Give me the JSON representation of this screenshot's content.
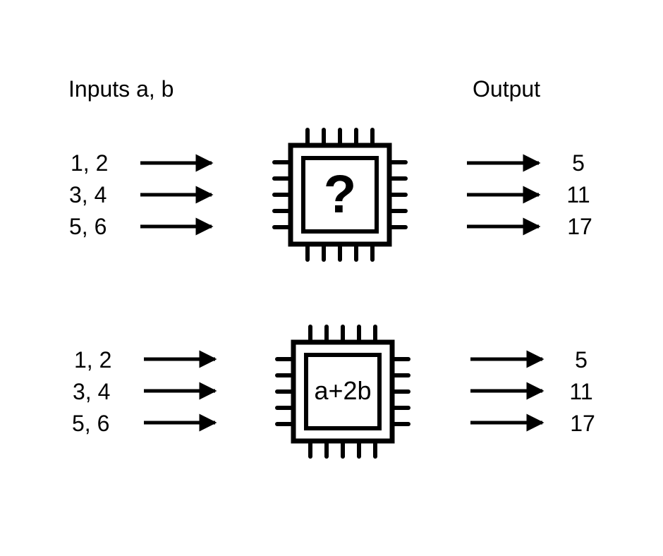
{
  "headers": {
    "inputs": "Inputs a, b",
    "output": "Output"
  },
  "panels": [
    {
      "chip_label": "?",
      "inputs": [
        "1, 2",
        "3, 4",
        "5, 6"
      ],
      "outputs": [
        "5",
        "11",
        "17"
      ]
    },
    {
      "chip_label": "a+2b",
      "inputs": [
        "1, 2",
        "3, 4",
        "5, 6"
      ],
      "outputs": [
        "5",
        "11",
        "17"
      ]
    }
  ],
  "colors": {
    "stroke": "#000000",
    "background": "#ffffff"
  }
}
